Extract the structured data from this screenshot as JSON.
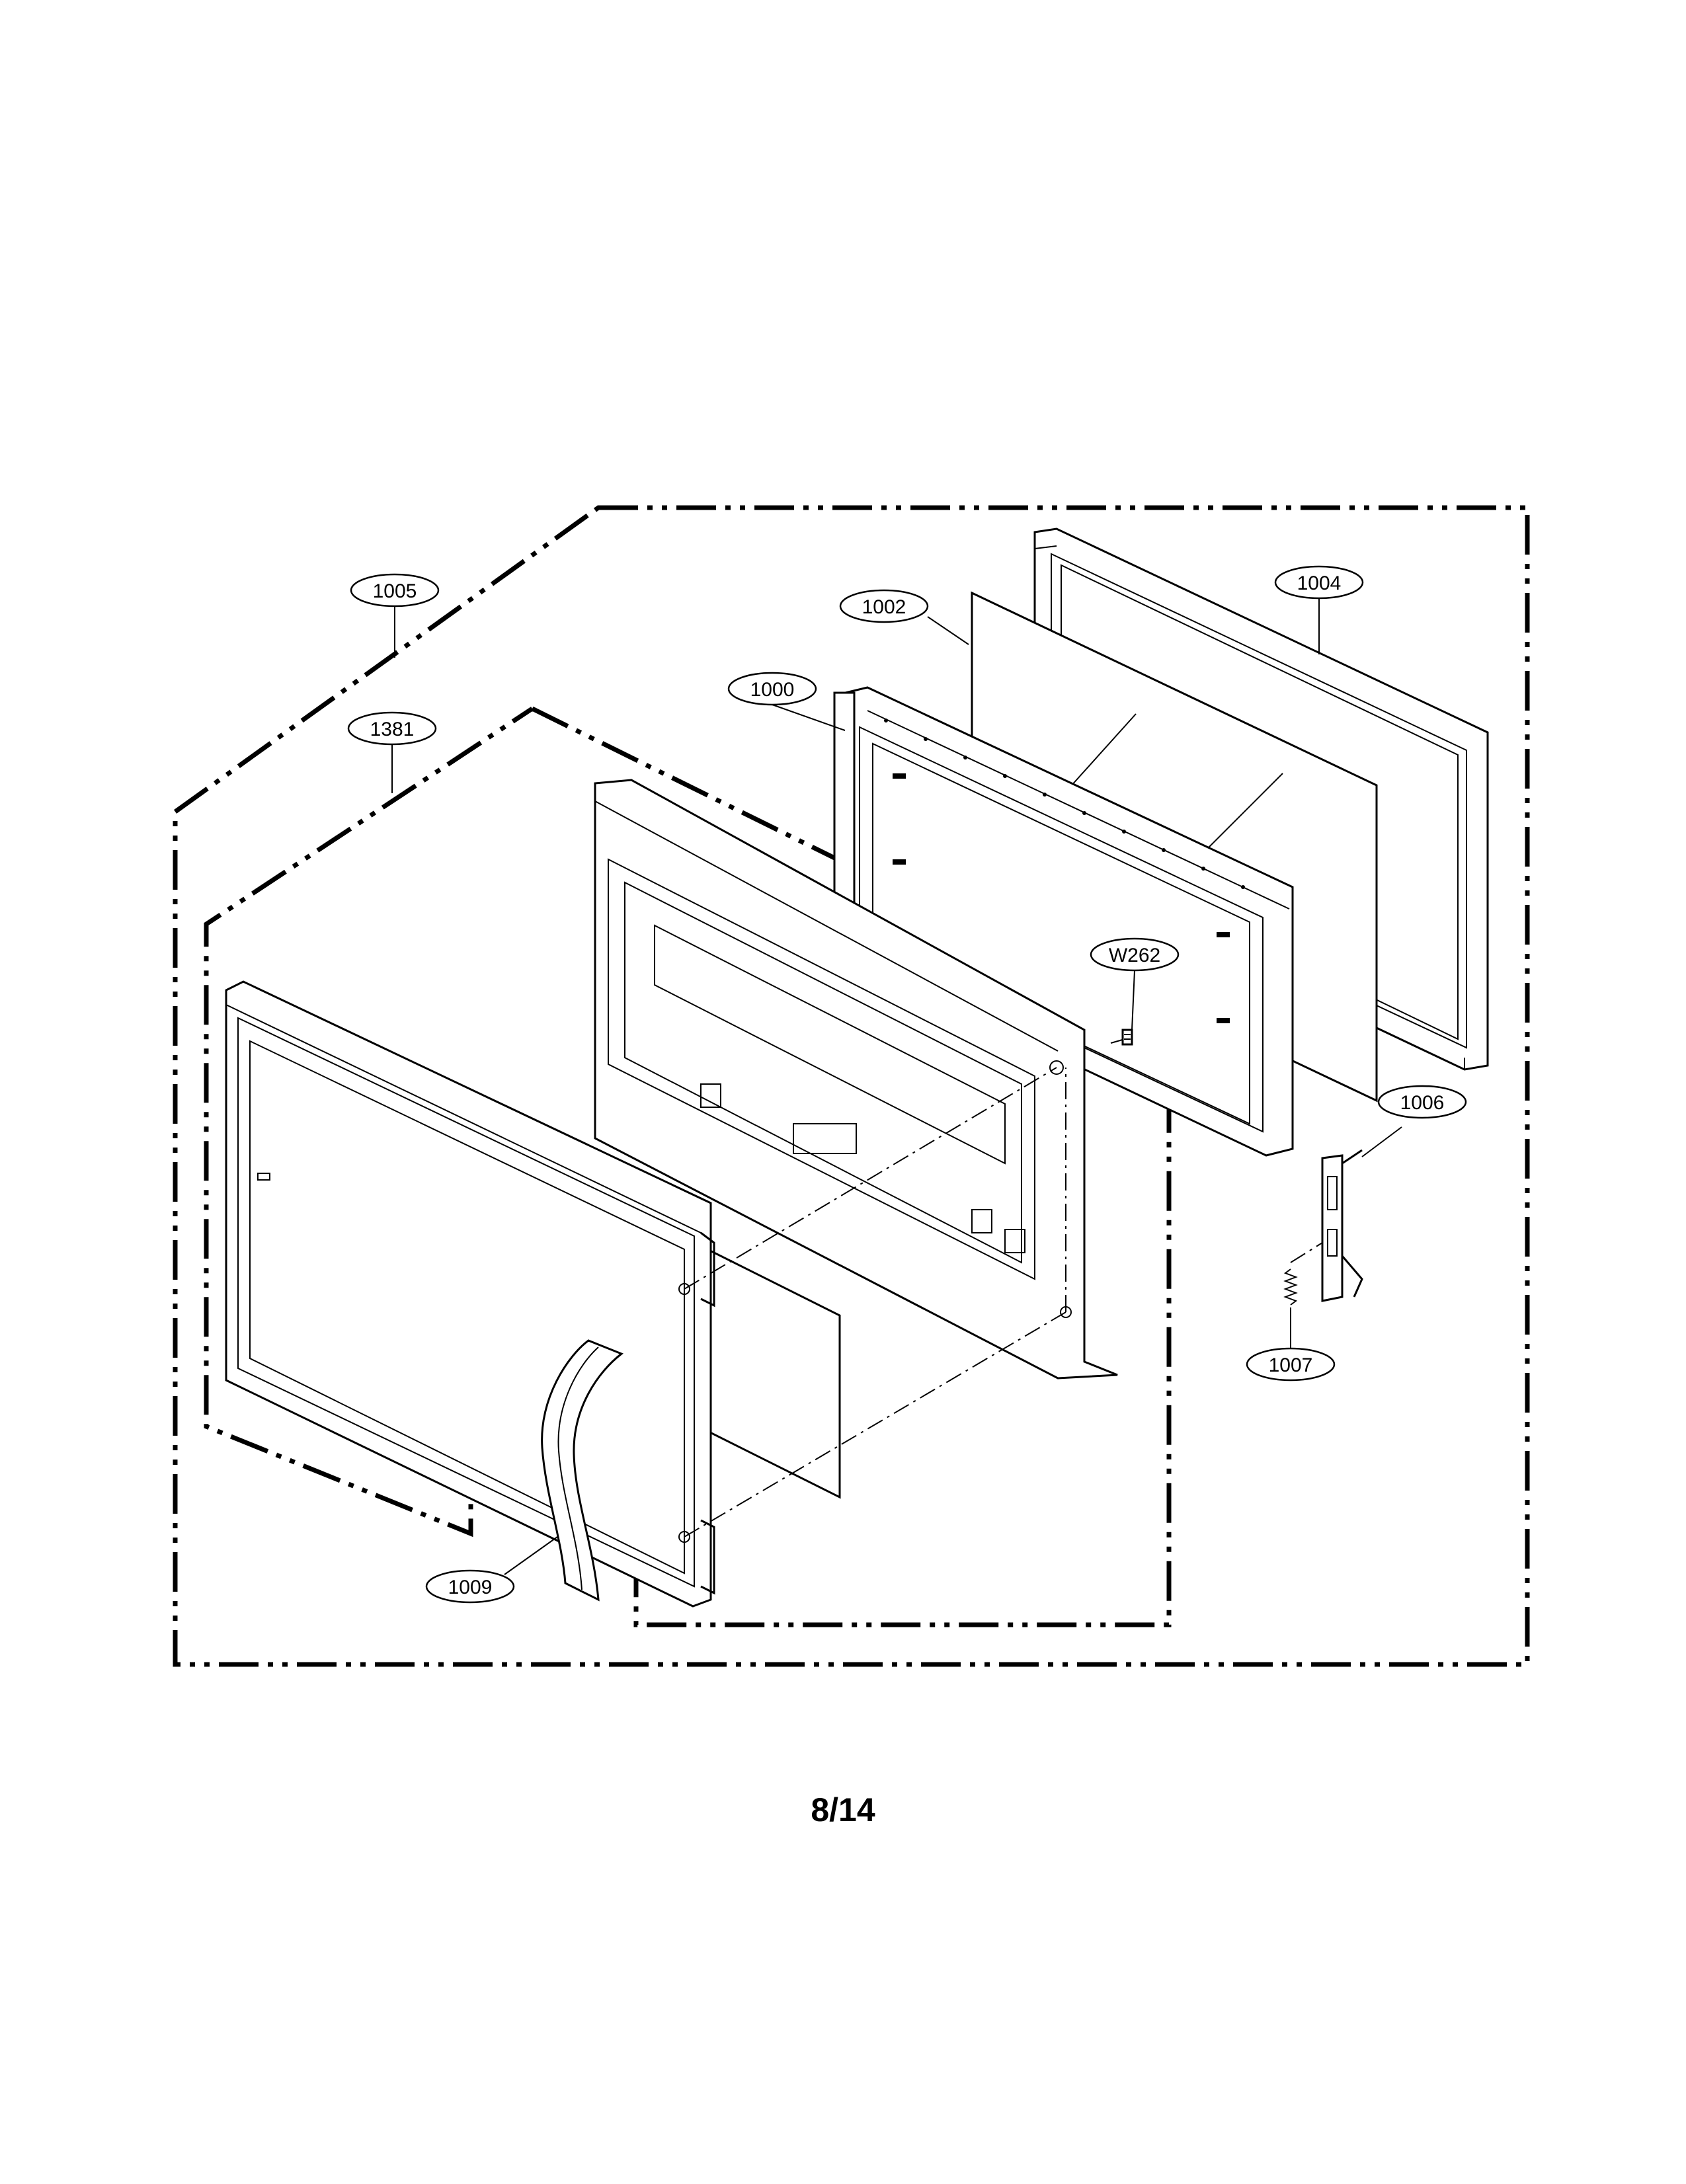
{
  "diagram": {
    "page_number": "8/14",
    "labels": [
      {
        "id": "1005",
        "text": "1005"
      },
      {
        "id": "1381",
        "text": "1381"
      },
      {
        "id": "1000",
        "text": "1000"
      },
      {
        "id": "1002",
        "text": "1002"
      },
      {
        "id": "1004",
        "text": "1004"
      },
      {
        "id": "W262",
        "text": "W262"
      },
      {
        "id": "1006",
        "text": "1006"
      },
      {
        "id": "1007",
        "text": "1007"
      },
      {
        "id": "1009",
        "text": "1009"
      }
    ]
  }
}
